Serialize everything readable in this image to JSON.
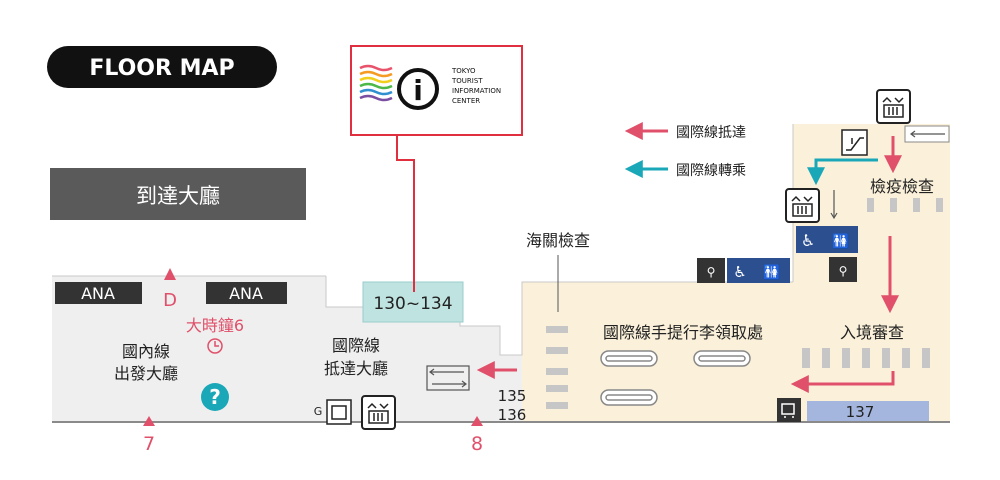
{
  "header": {
    "title": "FLOOR MAP"
  },
  "tic": {
    "lines": [
      "TOKYO",
      "TOURIST",
      "INFORMATION",
      "CENTER"
    ],
    "symbol": "i"
  },
  "arrivals_banner": {
    "label": "到達大廳"
  },
  "legend": {
    "arrival": "國際線抵達",
    "transfer": "國際線轉乘",
    "arrival_color": "#e0506a",
    "transfer_color": "#1aa8b8"
  },
  "areas": {
    "domestic_departure": [
      "國內線",
      "出發大廳"
    ],
    "international_arrival": [
      "國際線",
      "抵達大廳"
    ],
    "customs": "海關檢查",
    "baggage_claim": "國際線手提行李領取處",
    "quarantine": "檢疫檢查",
    "immigration": "入境審查"
  },
  "counters": {
    "ana_left": "ANA",
    "ana_right": "ANA"
  },
  "landmarks": {
    "clock": "大時鐘6",
    "elevator_floor": "G",
    "info_symbol": "?"
  },
  "gates": {
    "d": "D",
    "g7": "7",
    "g8": "8"
  },
  "zones": {
    "exit_130_134": "130~134",
    "exit_135": "135",
    "exit_136": "136",
    "carousel_137": "137"
  },
  "colors": {
    "pink": "#e0506a",
    "teal": "#1aa8b8",
    "dark_banner": "#5a5a5a",
    "navy_sign": "#2b4f8f"
  }
}
